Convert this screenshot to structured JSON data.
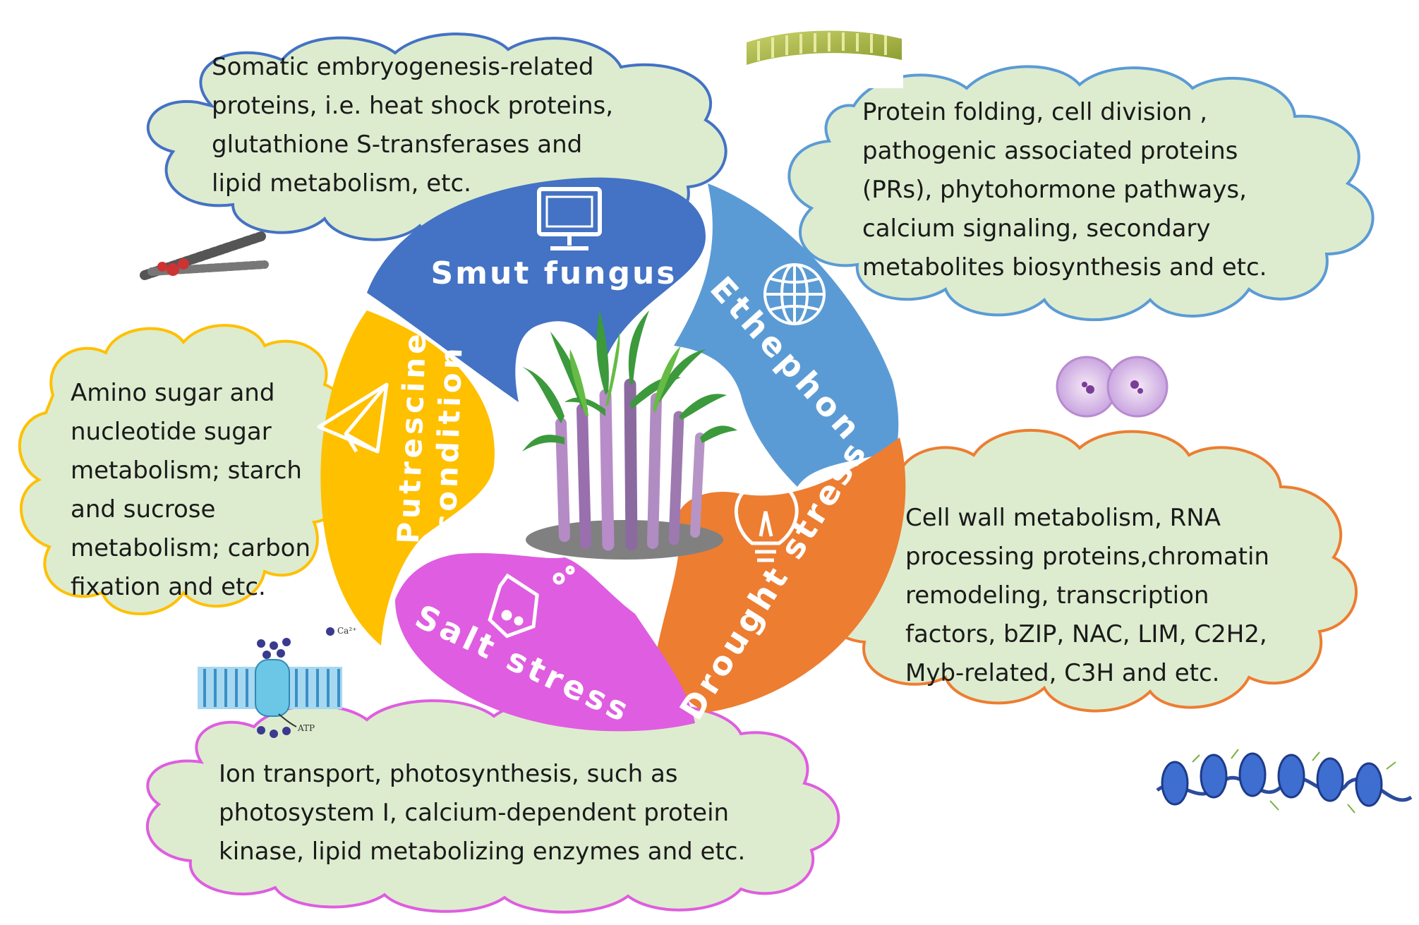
{
  "colors": {
    "cloud_fill": "#ddeccf",
    "smut": "#4472c4",
    "ethephon": "#5b9bd5",
    "drought": "#ed7d31",
    "salt": "#df5de0",
    "putrescine": "#ffc000",
    "cloud_border_top": "#4472c4",
    "cloud_border_right_top": "#5b9bd5",
    "cloud_border_right_bottom": "#ed7d31",
    "cloud_border_bottom": "#df5de0",
    "cloud_border_left": "#ffc000"
  },
  "segments": {
    "smut": {
      "label": "Smut fungus",
      "icon": "monitor-icon"
    },
    "ethephon": {
      "label": "Ethephon",
      "icon": "globe-icon"
    },
    "drought": {
      "label": "Drought stress",
      "icon": "lightbulb-icon"
    },
    "salt": {
      "label": "Salt stress",
      "icon": "flask-icon"
    },
    "putrescine": {
      "label1": "Putrescine",
      "label2": "condition",
      "icon": "paper-plane-icon"
    }
  },
  "clouds": {
    "top": {
      "lines": [
        "Somatic embryogenesis-related",
        "proteins, i.e. heat shock proteins,",
        "glutathione S-transferases and",
        "lipid metabolism, etc."
      ]
    },
    "right_top": {
      "lines": [
        "Protein folding, cell division ,",
        "pathogenic associated proteins",
        "(PRs), phytohormone pathways,",
        "calcium signaling, secondary",
        "metabolites biosynthesis and etc."
      ]
    },
    "left": {
      "lines": [
        "Amino sugar and",
        "nucleotide sugar",
        "metabolism; starch",
        "and sucrose",
        "metabolism; carbon",
        "fixation and etc."
      ]
    },
    "right_bottom": {
      "lines": [
        "Cell wall metabolism, RNA",
        "processing proteins,chromatin",
        "remodeling, transcription",
        "factors, bZIP, NAC, LIM, C2H2,",
        "Myb-related, C3H and etc."
      ]
    },
    "bottom": {
      "lines": [
        "Ion transport, photosynthesis, such as",
        "photosystem I, calcium-dependent protein",
        "kinase, lipid metabolizing enzymes and etc."
      ]
    }
  },
  "illustrations": {
    "membrane": {
      "ion_label": "Ca²⁺",
      "atp_label": "ATP"
    }
  }
}
